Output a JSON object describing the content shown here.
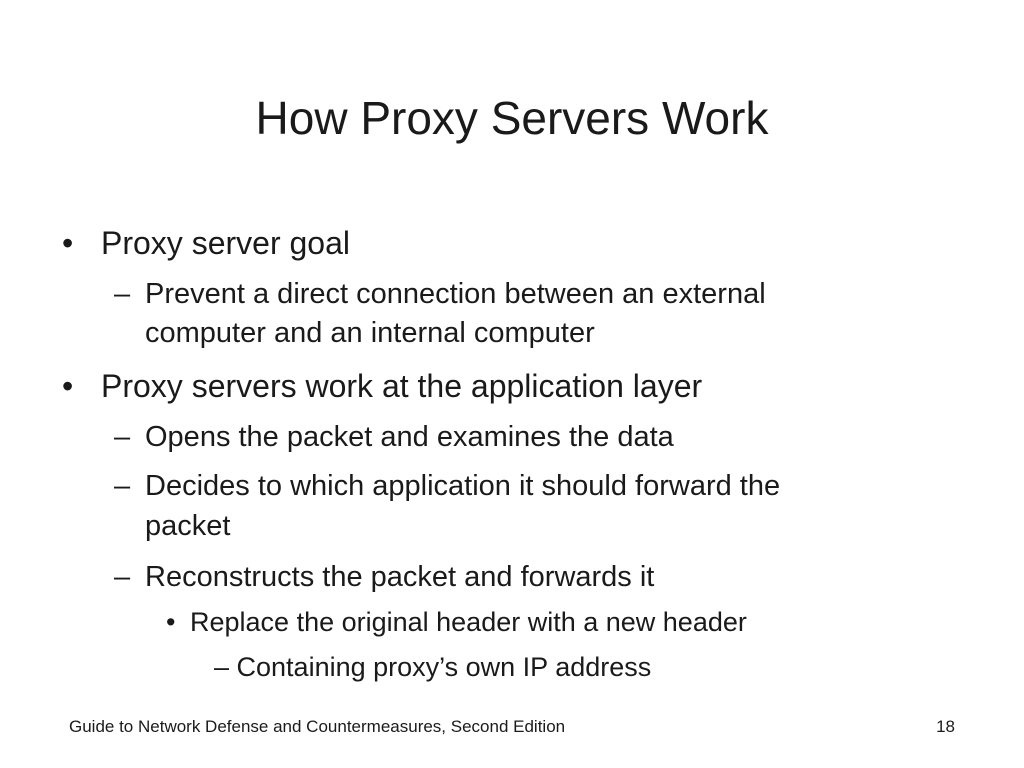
{
  "slide": {
    "title": "How Proxy Servers Work",
    "bullet_marker": "•",
    "dash_marker": "–",
    "bullets": {
      "b1": "Proxy server goal",
      "b1_s1_line1": "Prevent a direct connection between an external",
      "b1_s1_line2": "computer and an internal computer",
      "b2": "Proxy servers work at the application layer",
      "b2_s1": "Opens the packet and examines the data",
      "b2_s2_line1": "Decides to which application it should forward the",
      "b2_s2_line2": "packet",
      "b2_s3": "Reconstructs the packet and forwards it",
      "b2_s3_sub1": "Replace the original header with a new header",
      "b2_s3_sub1_sub1": "– Containing proxy’s own IP address"
    }
  },
  "footer": {
    "book_title": "Guide to Network Defense and Countermeasures, Second Edition",
    "page_number": "18"
  }
}
